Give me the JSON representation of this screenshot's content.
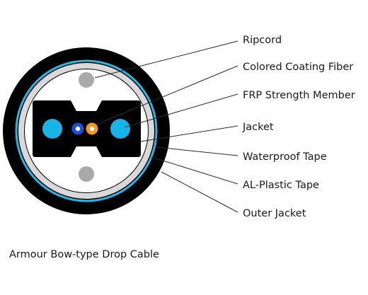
{
  "labels": [
    "Ripcord",
    "Colored Coating Fiber",
    "FRP Strength Member",
    "Jacket",
    "Waterproof Tape",
    "AL-Plastic Tape",
    "Outer Jacket"
  ],
  "caption": "Armour Bow-type Drop Cable",
  "colors": {
    "outer_jacket": "#000000",
    "waterproof_tape": "#2ab7e6",
    "al_plastic_tape": "#d4d4d4",
    "ripcord": "#a9a9a9",
    "frp_member": "#18b4e8",
    "fiber_blue": "#1e4fd8",
    "fiber_orange": "#f39a1e",
    "jacket": "#000000"
  }
}
